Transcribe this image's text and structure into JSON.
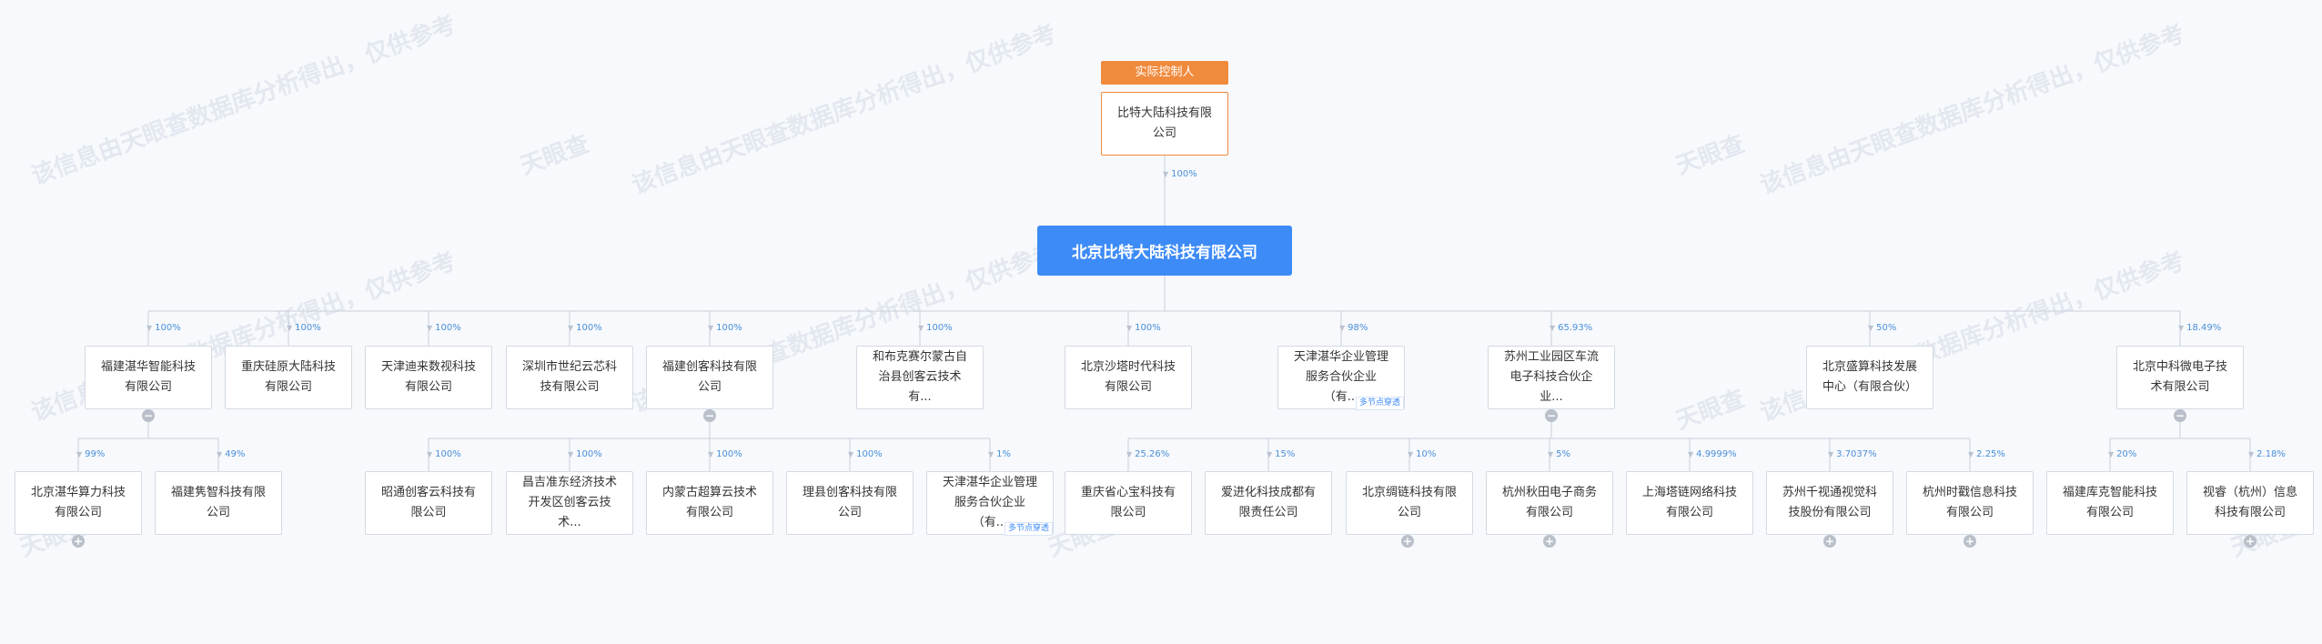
{
  "watermark": {
    "brand": "天眼查",
    "text": "该信息由天眼查数据库分析得出，仅供参考"
  },
  "controller": {
    "tag": "实际控制人",
    "name": "比特大陆科技有限公司",
    "pct": "100%"
  },
  "root": {
    "name": "北京比特大陆科技有限公司"
  },
  "level1": [
    {
      "name": "福建湛华智能科技有限公司",
      "pct": "100%"
    },
    {
      "name": "重庆硅原大陆科技有限公司",
      "pct": "100%"
    },
    {
      "name": "天津迪来数视科技有限公司",
      "pct": "100%"
    },
    {
      "name": "深圳市世纪云芯科技有限公司",
      "pct": "100%"
    },
    {
      "name": "福建创客科技有限公司",
      "pct": "100%"
    },
    {
      "name": "和布克赛尔蒙古自治县创客云技术有...",
      "pct": "100%"
    },
    {
      "name": "北京沙塔时代科技有限公司",
      "pct": "100%"
    },
    {
      "name": "天津湛华企业管理服务合伙企业（有...",
      "pct": "98%"
    },
    {
      "name": "苏州工业园区车流电子科技合伙企业...",
      "pct": "65.93%"
    },
    {
      "name": "北京盛算科技发展中心（有限合伙）",
      "pct": "50%"
    },
    {
      "name": "北京中科微电子技术有限公司",
      "pct": "18.49%"
    }
  ],
  "level2": [
    {
      "name": "北京湛华算力科技有限公司",
      "pct": "99%"
    },
    {
      "name": "福建隽智科技有限公司",
      "pct": "49%"
    },
    {
      "name": "昭通创客云科技有限公司",
      "pct": "100%"
    },
    {
      "name": "昌吉准东经济技术开发区创客云技术...",
      "pct": "100%"
    },
    {
      "name": "内蒙古超算云技术有限公司",
      "pct": "100%"
    },
    {
      "name": "理县创客科技有限公司",
      "pct": "100%"
    },
    {
      "name": "天津湛华企业管理服务合伙企业（有...",
      "pct": "1%"
    },
    {
      "name": "重庆省心宝科技有限公司",
      "pct": "25.26%"
    },
    {
      "name": "爱进化科技成都有限责任公司",
      "pct": "15%"
    },
    {
      "name": "北京绸链科技有限公司",
      "pct": "10%"
    },
    {
      "name": "杭州秋田电子商务有限公司",
      "pct": "5%"
    },
    {
      "name": "上海塔链网络科技有限公司",
      "pct": "4.9999%"
    },
    {
      "name": "苏州千视通视觉科技股份有限公司",
      "pct": "3.7037%"
    },
    {
      "name": "杭州时戳信息科技有限公司",
      "pct": "2.25%"
    },
    {
      "name": "福建库克智能科技有限公司",
      "pct": "20%"
    },
    {
      "name": "视睿（杭州）信息科技有限公司",
      "pct": "2.18%"
    }
  ],
  "badge": "多节点穿透",
  "collapse_symbol": "−",
  "expand_symbol": "+"
}
